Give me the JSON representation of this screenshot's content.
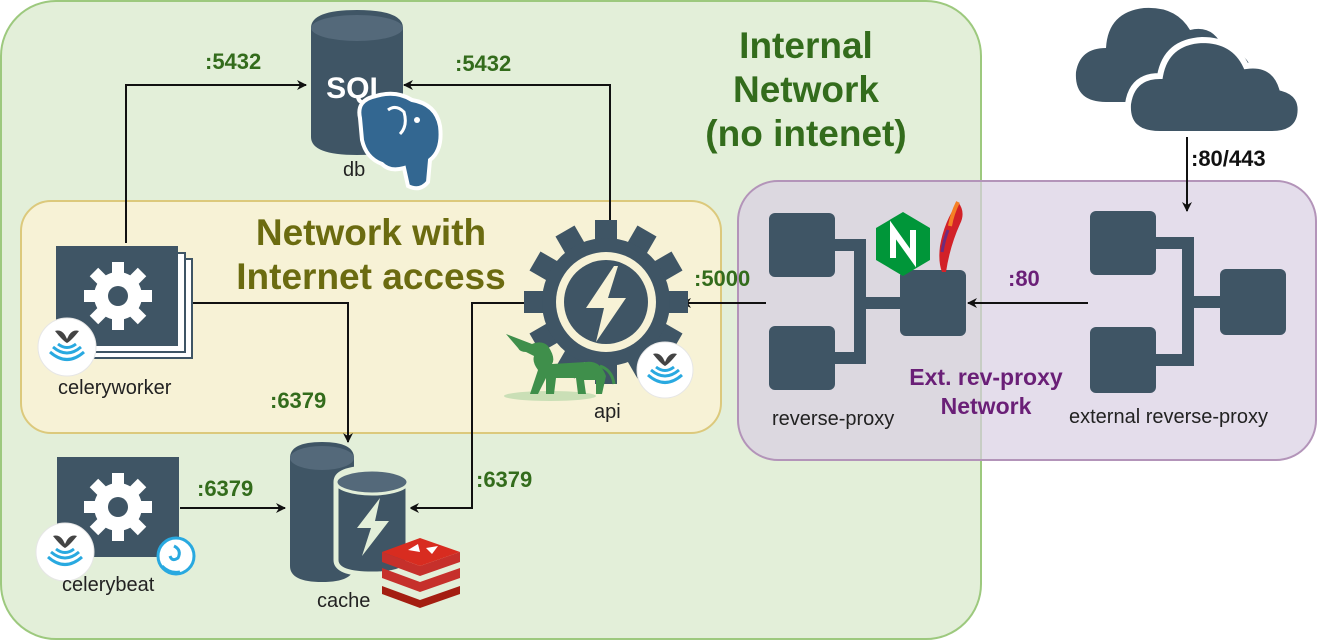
{
  "networks": {
    "internal": {
      "title_line1": "Internal",
      "title_line2": "Network",
      "title_line3": "(no intenet)",
      "fill": "#e3efd9",
      "stroke": "#9dc97e",
      "title_color": "#336c1c"
    },
    "internet": {
      "title_line1": "Network with",
      "title_line2": "Internet access",
      "fill": "#f7f2d6",
      "stroke": "#dcc97c",
      "title_color": "#6b6b10"
    },
    "external": {
      "title_line1": "Ext. rev-proxy",
      "title_line2": "Network",
      "fill": "#e6dfec",
      "stroke": "#b394b9",
      "title_color": "#6a1f77"
    }
  },
  "services": {
    "db": {
      "label": "db",
      "icon": "sql-database-icon",
      "badge": "postgresql-elephant-icon"
    },
    "cache": {
      "label": "cache",
      "icon": "database-flash-icon",
      "badge": "redis-icon"
    },
    "celeryworker": {
      "label": "celeryworker",
      "icon": "gear-stack-icon",
      "badge": "shipwright-icon"
    },
    "celerybeat": {
      "label": "celerybeat",
      "icon": "gear-icon",
      "badge": "shipwright-icon",
      "badge2": "clock-icon"
    },
    "api": {
      "label": "api",
      "icon": "lightning-gear-icon",
      "badge": "gunicorn-unicorn-icon",
      "badge2": "shipwright-icon"
    },
    "reverse_proxy": {
      "label": "reverse-proxy",
      "icon": "network-nodes-icon",
      "badge": "nginx-icon",
      "badge2": "apache-feather-icon"
    },
    "external_reverse_proxy": {
      "label": "external reverse-proxy",
      "icon": "network-nodes-icon"
    },
    "internet": {
      "icon": "cloud-icon"
    }
  },
  "connections": [
    {
      "from": "celeryworker",
      "to": "db",
      "port": ":5432"
    },
    {
      "from": "api",
      "to": "db",
      "port": ":5432"
    },
    {
      "from": "celeryworker",
      "to": "cache",
      "port": ":6379"
    },
    {
      "from": "celerybeat",
      "to": "cache",
      "port": ":6379"
    },
    {
      "from": "api",
      "to": "cache",
      "port": ":6379"
    },
    {
      "from": "reverse_proxy",
      "to": "api",
      "port": ":5000"
    },
    {
      "from": "external_reverse_proxy",
      "to": "reverse_proxy",
      "port": ":80"
    },
    {
      "from": "internet",
      "to": "external_reverse_proxy",
      "port": ":80/443"
    }
  ],
  "colors": {
    "icon": "#3f5565",
    "port_green": "#336c1c",
    "port_purple": "#6a1f77",
    "arrow": "#111111"
  }
}
